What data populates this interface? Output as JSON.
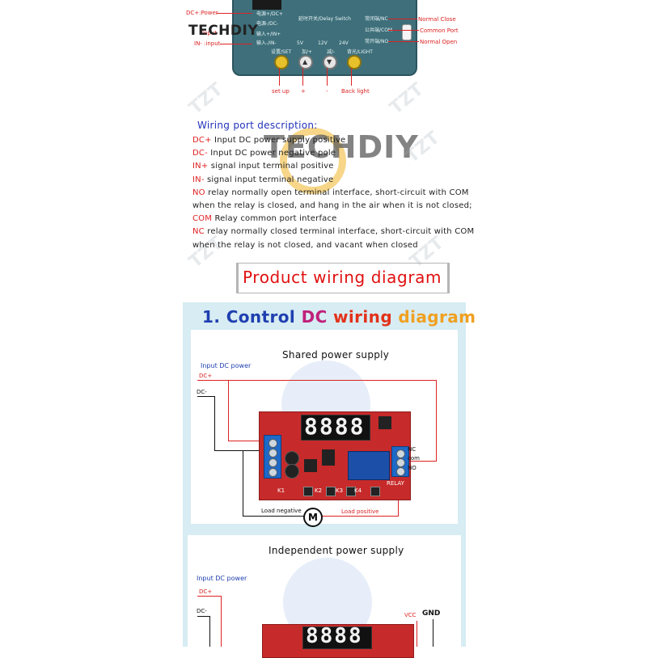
{
  "device": {
    "labels_left": [
      "电源+/DC+",
      "电源-/DC-",
      "输入+/IN+",
      "输入-/IN-"
    ],
    "center_label": "延时开关/Delay Switch",
    "labels_right": [
      "常闭端/NC",
      "公共端/COM",
      "常开端/NO"
    ],
    "voltage_labels": [
      "5V",
      "12V",
      "24V"
    ],
    "button_labels": [
      "设置/SET",
      "加/+",
      "减/-",
      "背光/LIGHT"
    ]
  },
  "callouts": {
    "dc_power": "DC+:Power",
    "input": "IN- :input",
    "input_partial": "Input",
    "normal_close": "Normal Close",
    "common_port": "Common Port",
    "normal_open": "Normal Open",
    "set_up": "set up",
    "plus": "+",
    "minus": "-",
    "back_light": "Back light"
  },
  "brand": {
    "logo": "TECHDIY",
    "watermark": "TZT"
  },
  "wiring": {
    "title": "Wiring port description:",
    "lines": [
      {
        "key": "DC+",
        "text": " Input DC power supply positive"
      },
      {
        "key": "DC-",
        "text": " Input DC power negative pole"
      },
      {
        "key": "IN+",
        "text": " signal input terminal positive"
      },
      {
        "key": "IN-",
        "text": " signal input terminal negative"
      },
      {
        "key": "NO",
        "text": " relay normally open terminal interface, short-circuit with COM"
      },
      {
        "key": "",
        "text": "when the relay is closed, and hang in the air when it is not closed;"
      },
      {
        "key": "COM",
        "text": " Relay common port interface"
      },
      {
        "key": "NC",
        "text": " relay normally closed terminal interface, short-circuit with COM"
      },
      {
        "key": "",
        "text": " when the relay is not closed, and vacant when closed"
      }
    ]
  },
  "banner": "Product wiring diagram",
  "section1": {
    "title_prefix": "1.",
    "title_control": "Control",
    "title_dc": "DC",
    "title_wiring": "wiring",
    "title_diagram": "diagram",
    "subtitle": "Shared power supply",
    "input_dc_power": "Input DC power",
    "dc_plus": "DC+",
    "dc_minus": "DC-",
    "nc": "NC",
    "com": "com",
    "no": "NO",
    "relay": "RELAY",
    "keys": [
      "K1",
      "K2",
      "K3",
      "K4"
    ],
    "load_negative": "Load negative",
    "load_positive": "Load positive",
    "motor": "M",
    "display": "8888"
  },
  "section2": {
    "subtitle": "Independent power supply",
    "input_dc_power": "Input DC power",
    "dc_plus": "DC+",
    "dc_minus": "DC-",
    "vcc": "VCC",
    "gnd": "GND",
    "display": "8888"
  },
  "colors": {
    "panel_bg": "#d7ecf3",
    "device": "#3e6f7a",
    "wire_red": "#dd2222",
    "board_red": "#c72a2a",
    "terminal_blue": "#1e69c8",
    "heading_blue": "#1f3fb0",
    "banner_red": "#e01010"
  }
}
